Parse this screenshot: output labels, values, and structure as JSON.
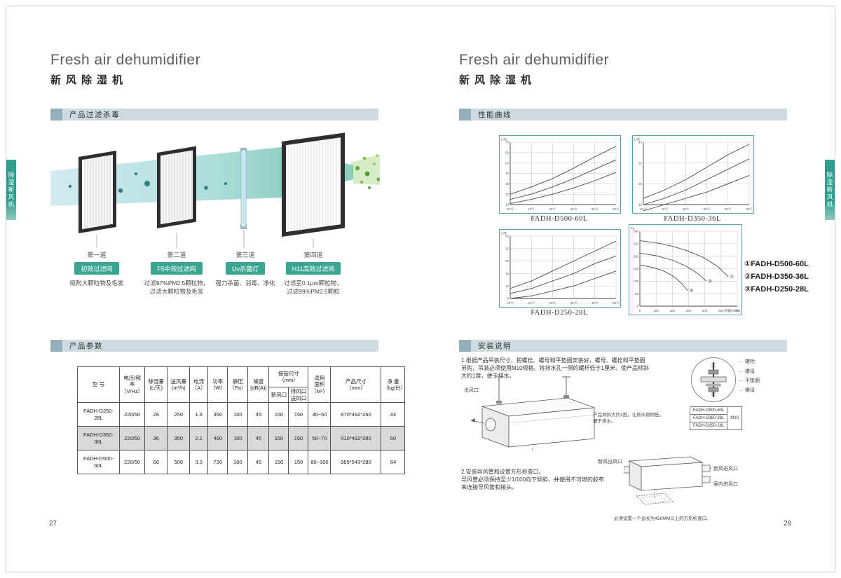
{
  "accent": {
    "teal": "#3aa691",
    "bar_bg": "#cddbe0",
    "bar_square": "#93afb7",
    "chart_border": "#55a8a2",
    "highlight_row": "#d9d9d9"
  },
  "left_page": {
    "title_en": "Fresh air dehumidifier",
    "title_zh": "新风除湿机",
    "page_number": "27",
    "side_tab": "除湿新风机",
    "filter_section": {
      "title": "产品过滤杀毒",
      "stages": [
        {
          "stage": "第一道",
          "label": "初效过滤网",
          "desc": "吸附大颗粒物及毛发"
        },
        {
          "stage": "第二道",
          "label": "F5中效过滤网",
          "desc": "过滤97%PM2.5颗粒物，\n过滤大颗粒物及毛发"
        },
        {
          "stage": "第三道",
          "label": "Uv杀菌灯",
          "desc": "强力杀菌、消毒、净化"
        },
        {
          "stage": "第四道",
          "label": "H11高效过滤网",
          "desc": "过滤至0.1μm颗粒物，\n过滤99%PM2.5颗粒"
        }
      ]
    },
    "params_section": {
      "title": "产品参数",
      "table": {
        "header_rows": [
          [
            {
              "t": "型 号",
              "rs": 2
            },
            {
              "t": "电压/频率\n（V/Hz）",
              "rs": 2
            },
            {
              "t": "除湿量\n(L/天)",
              "rs": 2
            },
            {
              "t": "送风量\n(m³/h)",
              "rs": 2
            },
            {
              "t": "电流\n（A）",
              "rs": 2
            },
            {
              "t": "功率\n（W）",
              "rs": 2
            },
            {
              "t": "静压\n（Pa）",
              "rs": 2
            },
            {
              "t": "噪音\n[dB(A)]",
              "rs": 2
            },
            {
              "t": "接管尺寸\n（mm）",
              "cs": 2
            },
            {
              "t": "适用\n面积\n（M²）",
              "rs": 2
            },
            {
              "t": "产品尺寸\n（mm）",
              "rs": 2
            },
            {
              "t": "净 重\n（kg/台）",
              "rs": 2
            }
          ],
          [
            {
              "t": "新风口"
            },
            {
              "t": "排风口\n送风口"
            }
          ]
        ],
        "rows": [
          [
            "FADH-D250-28L",
            "220/50",
            "28",
            "250",
            "1.6",
            "350",
            "100",
            "45",
            "150",
            "150",
            "30~50",
            "870*492*260",
            "44"
          ],
          [
            "FADH-D350-36L",
            "220/50",
            "36",
            "350",
            "2.1",
            "460",
            "100",
            "45",
            "150",
            "150",
            "50~70",
            "910*492*280",
            "50"
          ],
          [
            "FADH-D500-60L",
            "220/50",
            "60",
            "500",
            "3.3",
            "730",
            "100",
            "45",
            "150",
            "150",
            "80~100",
            "965*543*280",
            "64"
          ]
        ],
        "highlight_row": 1
      }
    }
  },
  "right_page": {
    "title_en": "Fresh air dehumidifier",
    "title_zh": "新风除湿机",
    "page_number": "28",
    "side_tab": "除湿新风机",
    "curves_section": {
      "title": "性能曲线",
      "legend": "①FADH-D500-60L\n②FADH-D350-36L\n③FADH-D250-28L"
    },
    "chart_data": [
      {
        "type": "line",
        "caption": "FADH-D500-60L",
        "corner_label": "L/天",
        "x_labels": [
          "10℃",
          "15℃",
          "20℃",
          "25℃",
          "30℃",
          "35℃"
        ],
        "y_labels": [
          "10",
          "20",
          "30",
          "40",
          "50",
          "60",
          "70"
        ],
        "series": [
          [
            20,
            27,
            35,
            45,
            56,
            66
          ],
          [
            15,
            20,
            27,
            35,
            44,
            53
          ],
          [
            11,
            15,
            20,
            26,
            33,
            41
          ]
        ]
      },
      {
        "type": "line",
        "caption": "FADH-D350-36L",
        "corner_label": "L/天",
        "x_labels": [
          "10℃",
          "15℃",
          "20℃",
          "25℃",
          "30℃",
          "35℃"
        ],
        "y_labels": [
          "10",
          "20",
          "30",
          "40"
        ],
        "series": [
          [
            13,
            17,
            22,
            28,
            34,
            39
          ],
          [
            10,
            13,
            17,
            22,
            27,
            32
          ],
          [
            7,
            10,
            13,
            16,
            20,
            24
          ]
        ]
      },
      {
        "type": "line",
        "caption": "FADH-D250-28L",
        "corner_label": "L/天",
        "x_labels": [
          "10℃",
          "15℃",
          "20℃",
          "25℃",
          "30℃",
          "35℃"
        ],
        "y_labels": [
          "5",
          "10",
          "15",
          "20",
          "25",
          "30"
        ],
        "series": [
          [
            9,
            12,
            16,
            20,
            24,
            28
          ],
          [
            7,
            9,
            12,
            15,
            19,
            22
          ],
          [
            5,
            6,
            8,
            10,
            13,
            16
          ]
        ]
      },
      {
        "type": "line",
        "caption": "",
        "corner_label": "Pa",
        "xlabel": "风量(m³/h)",
        "x_labels": [
          "0",
          "100",
          "200",
          "300",
          "400",
          "500",
          "600"
        ],
        "y_labels": [
          "0",
          "50",
          "100",
          "150",
          "200",
          "250",
          "300"
        ],
        "series_xy": [
          {
            "mark": "①",
            "pts": [
              [
                0,
                262
              ],
              [
                100,
                254
              ],
              [
                200,
                240
              ],
              [
                300,
                220
              ],
              [
                400,
                192
              ],
              [
                480,
                158
              ],
              [
                545,
                118
              ]
            ]
          },
          {
            "mark": "②",
            "pts": [
              [
                0,
                212
              ],
              [
                100,
                202
              ],
              [
                200,
                184
              ],
              [
                280,
                162
              ],
              [
                350,
                134
              ],
              [
                410,
                100
              ]
            ]
          },
          {
            "mark": "③",
            "pts": [
              [
                0,
                165
              ],
              [
                80,
                155
              ],
              [
                150,
                140
              ],
              [
                210,
                118
              ],
              [
                260,
                90
              ],
              [
                295,
                62
              ]
            ]
          }
        ]
      }
    ],
    "install_section": {
      "title": "安装说明",
      "step1": "1.根据产品吊装尺寸，把螺栓、螺母和平垫圈安装好，螺母、螺栓和平垫圈\n另购，吊装必须使用M10规格。将排水孔一侧的螺杆低于1厘米，使产品倾斜\n大约1度，便于排水。",
      "outlet_label": "出风口",
      "step1_note": "产品倾斜大约1度，让排水那侧低，\n便于排水。",
      "bolt_labels": [
        "螺栓",
        "螺母",
        "平垫圈",
        "螺母"
      ],
      "bolt_table": {
        "models": [
          "FADH-D500-60L",
          "FADH-D350-36L",
          "FADH-D250-28L"
        ],
        "spec": "M10"
      },
      "step2": "2.安装导风管和设置方形检查口。\n导风管必须保持至少1/100向下倾斜，并使用不可燃的胶布\n来连接导风管和接头。",
      "duct_labels": {
        "left": "新风出风口",
        "right_top": "新风进风口",
        "right_bottom": "室内进风口"
      },
      "step2_note": "必须设置一个边长为450MM以上的方形检查口。"
    }
  }
}
